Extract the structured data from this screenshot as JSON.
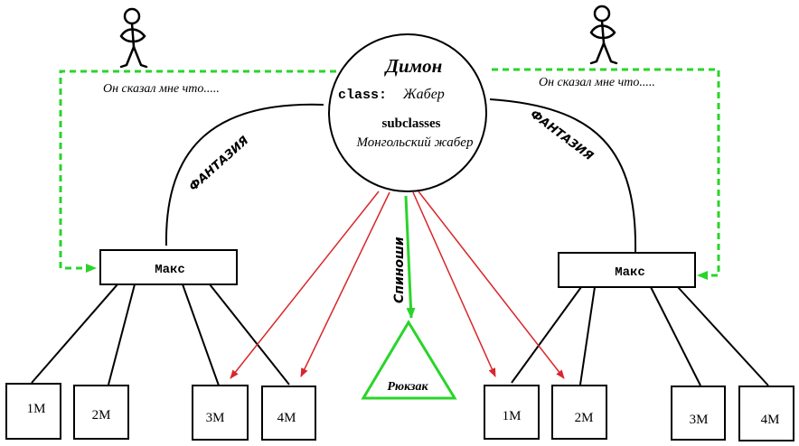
{
  "colors": {
    "ink": "#000000",
    "red": "#d8262a",
    "green": "#2ad42a"
  },
  "center": {
    "title": "Димон",
    "class_keyword": "class:",
    "class_value": "Жабер",
    "subclasses_label": "subclasses",
    "subclasses_value": "Монгольский жабер"
  },
  "left_figure": {
    "icon": "stick-figure-icon",
    "quote": "Он сказал мне что....."
  },
  "right_figure": {
    "icon": "stick-figure-icon",
    "quote": "Он сказал мне что....."
  },
  "link_left_label": "ФАНТАЗИЯ",
  "link_right_label": "ФАНТАЗИЯ",
  "down_label": "Спиноши",
  "bag_label": "Рюкзак",
  "left_node": "Макс",
  "right_node": "Макс",
  "left_children": [
    "1M",
    "2M",
    "3M",
    "4M"
  ],
  "right_children": [
    "1M",
    "2M",
    "3M",
    "4M"
  ]
}
